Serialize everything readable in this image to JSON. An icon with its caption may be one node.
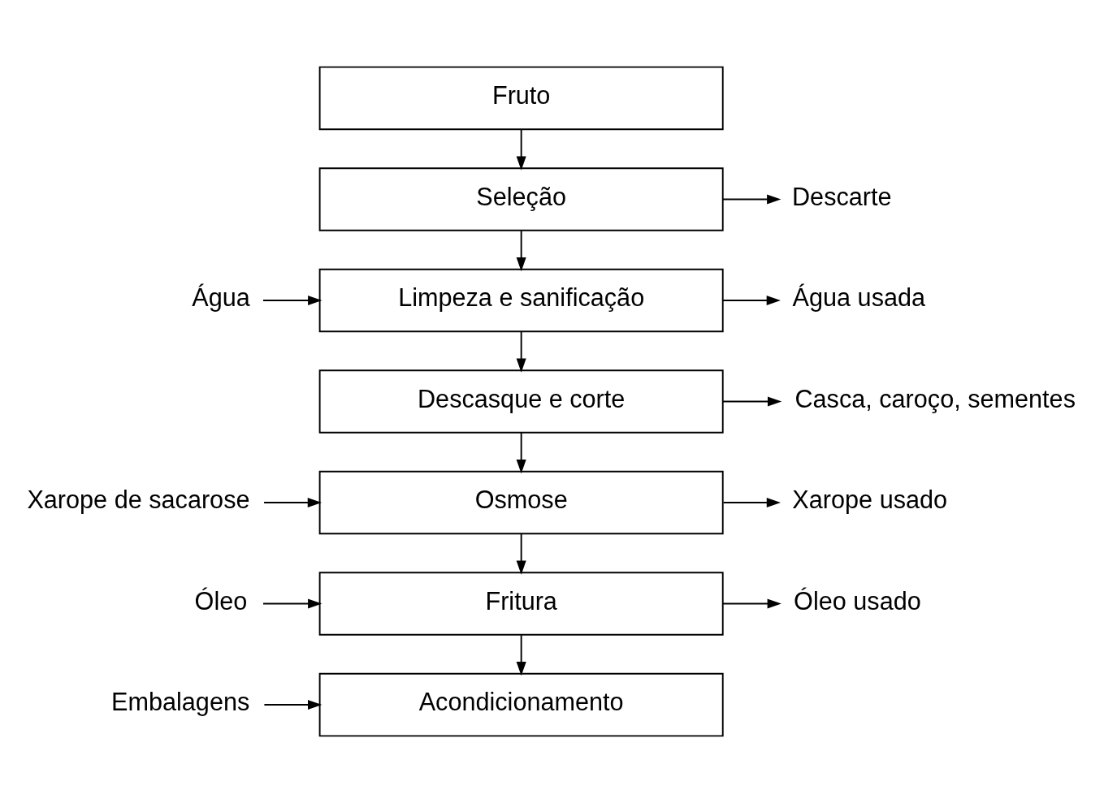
{
  "diagram": {
    "nodes": [
      {
        "text": [
          "Fruto"
        ]
      },
      {
        "text": [
          "Seleção"
        ]
      },
      {
        "text": [
          "Descarte"
        ]
      },
      {
        "text": [
          "Água"
        ]
      },
      {
        "text": [
          "Limpeza e sanificação"
        ]
      },
      {
        "text": [
          "Água usada"
        ]
      },
      {
        "text": [
          "Descasque e corte"
        ]
      },
      {
        "text": [
          "Casca, caroço, sementes"
        ]
      },
      {
        "text": [
          "Xarope de sacarose"
        ]
      },
      {
        "text": [
          "Osmose"
        ]
      },
      {
        "text": [
          "Xarope usado"
        ]
      },
      {
        "text": [
          "Óleo"
        ]
      },
      {
        "text": [
          "Fritura"
        ]
      },
      {
        "text": [
          "Óleo usado"
        ]
      },
      {
        "text": [
          "Embalagens"
        ]
      },
      {
        "text": [
          "Acondicionamento"
        ]
      }
    ],
    "edges": [
      {
        "from": 0,
        "to": 1,
        "arrow": "to"
      },
      {
        "from": 1,
        "to": 2,
        "arrow": "to"
      },
      {
        "from": 1,
        "to": 4,
        "arrow": "to"
      },
      {
        "from": 3,
        "to": 4,
        "arrow": "to"
      },
      {
        "from": 4,
        "to": 5,
        "arrow": "to"
      },
      {
        "from": 4,
        "to": 6,
        "arrow": "to"
      },
      {
        "from": 6,
        "to": 7,
        "arrow": "to"
      },
      {
        "from": 6,
        "to": 9,
        "arrow": "to"
      },
      {
        "from": 8,
        "to": 9,
        "arrow": "to"
      },
      {
        "from": 9,
        "to": 10,
        "arrow": "to"
      },
      {
        "from": 9,
        "to": 12,
        "arrow": "to"
      },
      {
        "from": 11,
        "to": 12,
        "arrow": "to"
      },
      {
        "from": 12,
        "to": 13,
        "arrow": "to"
      },
      {
        "from": 12,
        "to": 15,
        "arrow": "to"
      },
      {
        "from": 14,
        "to": 15,
        "arrow": "to"
      }
    ]
  }
}
